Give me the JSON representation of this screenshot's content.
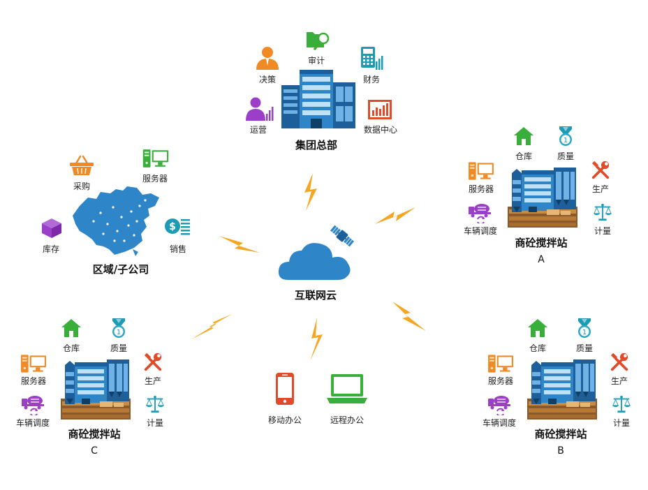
{
  "hq": {
    "title": "集团总部",
    "items": {
      "audit": "审计",
      "decision": "决策",
      "finance": "财务",
      "operation": "运营",
      "data_center": "数据中心"
    }
  },
  "region": {
    "title": "区域/子公司",
    "items": {
      "purchase": "采购",
      "server": "服务器",
      "inventory": "库存",
      "sales": "销售"
    }
  },
  "cloud": {
    "title": "互联网云"
  },
  "office": {
    "mobile": "移动办公",
    "remote": "远程办公"
  },
  "stations": [
    {
      "title": "商砼搅拌站",
      "letter": "A",
      "warehouse": "仓库",
      "quality": "质量",
      "server": "服务器",
      "production": "生产",
      "dispatch": "车辆调度",
      "metering": "计量"
    },
    {
      "title": "商砼搅拌站",
      "letter": "B",
      "warehouse": "仓库",
      "quality": "质量",
      "server": "服务器",
      "production": "生产",
      "dispatch": "车辆调度",
      "metering": "计量"
    },
    {
      "title": "商砼搅拌站",
      "letter": "C",
      "warehouse": "仓库",
      "quality": "质量",
      "server": "服务器",
      "production": "生产",
      "dispatch": "车辆调度",
      "metering": "计量"
    }
  ],
  "colors": {
    "accent_blue": "#2e86c8",
    "lightning": "#f5a623",
    "green": "#3aae3a",
    "orange": "#f08a24",
    "purple": "#9b3fc9",
    "red": "#e04b2a"
  }
}
